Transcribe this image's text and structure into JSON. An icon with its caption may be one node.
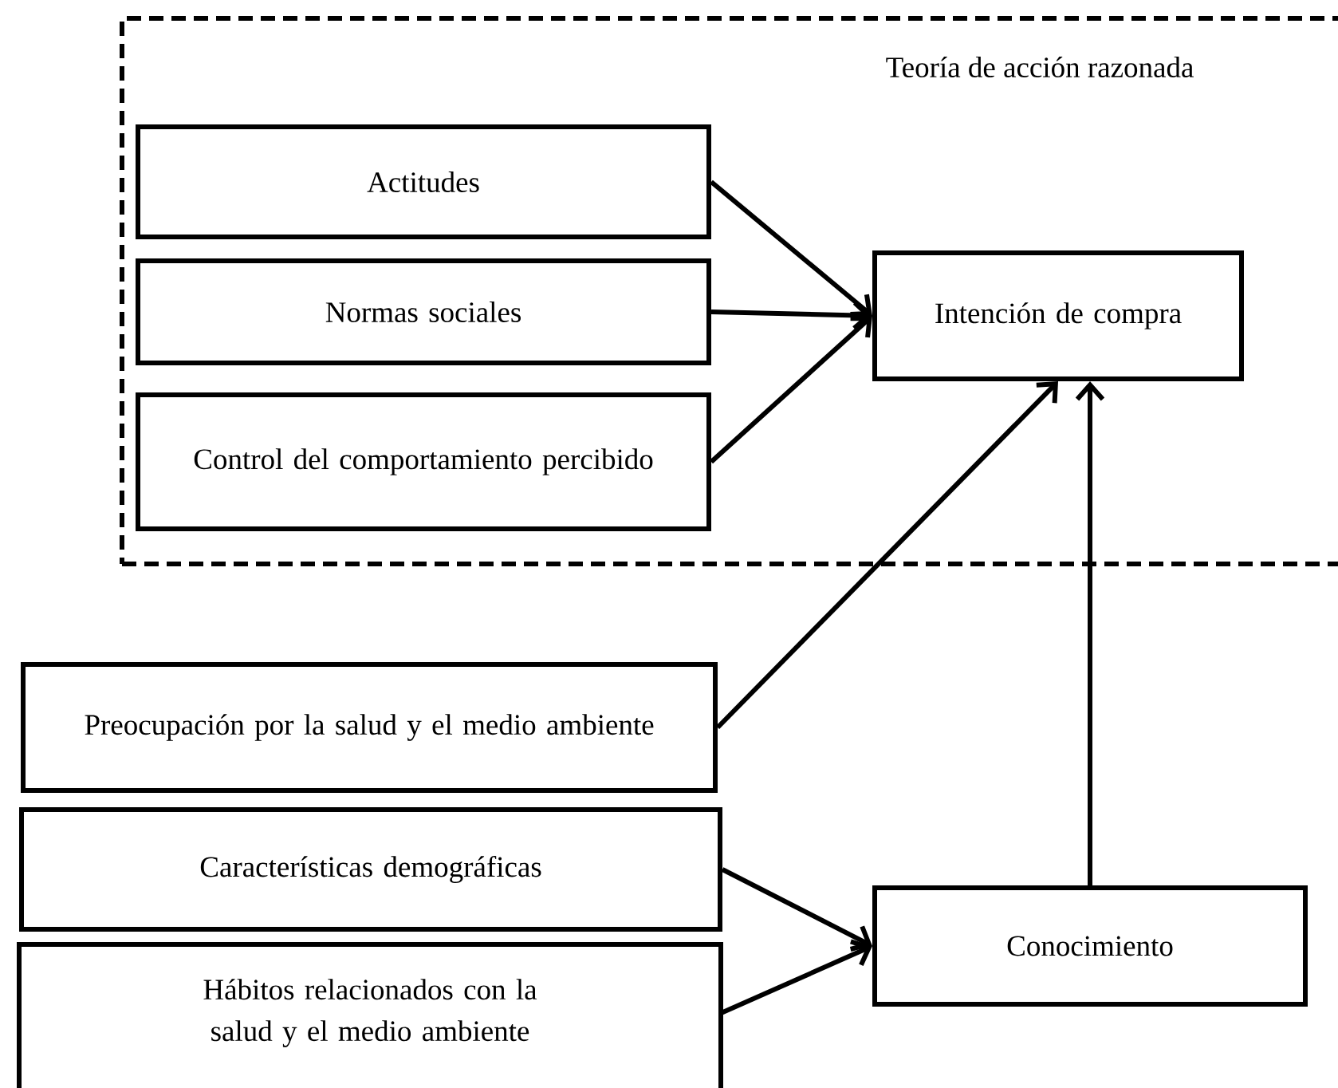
{
  "diagram": {
    "nodes": [
      {
        "text": [
          "Teoría de acción razonada"
        ]
      },
      {
        "text": [
          "Actitudes"
        ],
        "in": 0
      },
      {
        "text": [
          "Normas sociales"
        ],
        "in": 0
      },
      {
        "text": [
          "Control del comportamiento percibido"
        ],
        "in": 0
      },
      {
        "text": [
          "Intención de compra"
        ],
        "in": 0
      },
      {
        "text": [
          "Preocupación por la salud y el medio ambiente"
        ]
      },
      {
        "text": [
          "Características demográficas"
        ]
      },
      {
        "text": [
          "Hábitos relacionados con la salud y el medio ambiente"
        ]
      },
      {
        "text": [
          "Conocimiento"
        ]
      }
    ],
    "edges": [
      {
        "from": 1,
        "to": 4,
        "arrow": "to"
      },
      {
        "from": 2,
        "to": 4,
        "arrow": "to"
      },
      {
        "from": 3,
        "to": 4,
        "arrow": "to"
      },
      {
        "from": 5,
        "to": 4,
        "arrow": "to"
      },
      {
        "from": 8,
        "to": 4,
        "arrow": "to"
      },
      {
        "from": 6,
        "to": 8,
        "arrow": "to"
      },
      {
        "from": 7,
        "to": 8,
        "arrow": "to"
      }
    ]
  }
}
